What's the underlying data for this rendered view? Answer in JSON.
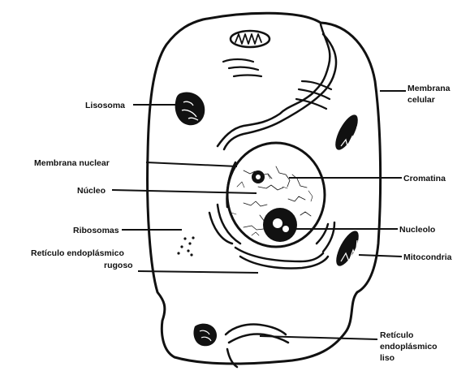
{
  "labels": {
    "lisosoma": "Lisosoma",
    "membrana_nuclear": "Membrana nuclear",
    "nucleo": "Núcleo",
    "ribosomas": "Ribosomas",
    "reticulo_rugoso_1": "Retículo endoplásmico",
    "reticulo_rugoso_2": "rugoso",
    "membrana_celular_1": "Membrana",
    "membrana_celular_2": "celular",
    "cromatina": "Cromatina",
    "nucleolo": "Nucleolo",
    "mitocondria": "Mitocondria",
    "reticulo_liso_1": "Retículo",
    "reticulo_liso_2": "endoplásmico",
    "reticulo_liso_3": "liso"
  }
}
